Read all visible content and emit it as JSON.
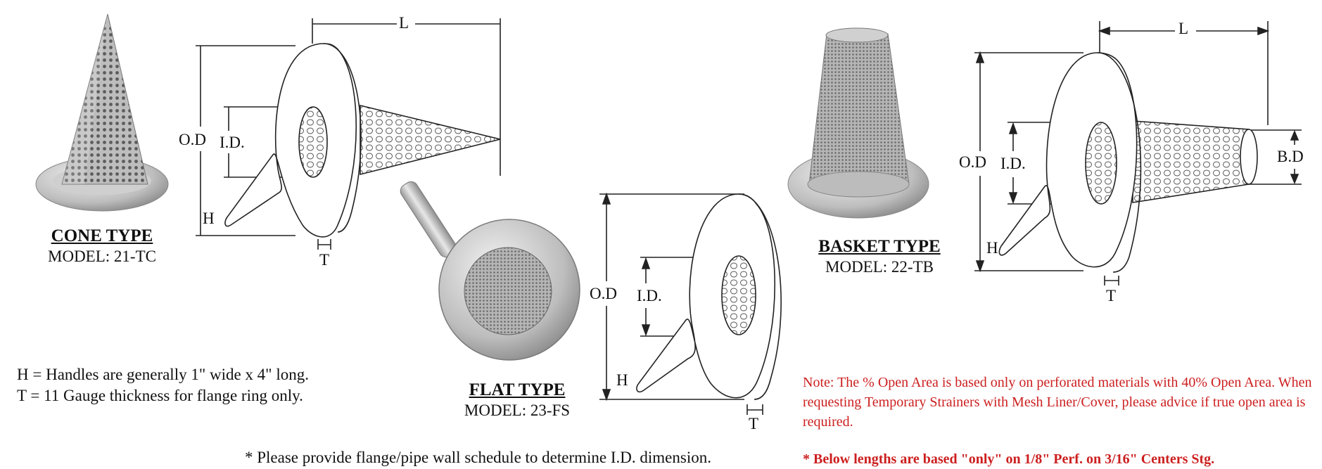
{
  "colors": {
    "note_red": "#cc1f1f",
    "line": "#222222",
    "metal_light": "#e6e6e6",
    "metal_dark": "#8a8a8a"
  },
  "cone": {
    "title": "CONE TYPE",
    "model": "MODEL: 21-TC"
  },
  "basket": {
    "title": "BASKET TYPE",
    "model": "MODEL: 22-TB"
  },
  "flat": {
    "title": "FLAT TYPE",
    "model": "MODEL: 23-FS"
  },
  "labels": {
    "L": "L",
    "OD": "O.D",
    "ID": "I.D.",
    "H": "H",
    "T": "T",
    "BD": "B.D"
  },
  "legend": {
    "h_line": "H = Handles are generally 1\" wide x 4\" long.",
    "t_line": "T = 11 Gauge thickness for flange ring only."
  },
  "note": "Note:  The % Open Area is based only on perforated materials with 40% Open Area.  When requesting Temporary Strainers with Mesh Liner/Cover, please advice if true open area is required.",
  "footer": {
    "schedule": "* Please provide flange/pipe wall schedule to determine I.D. dimension.",
    "lengths": "* Below lengths are based \"only\" on 1/8\" Perf. on 3/16\" Centers Stg."
  }
}
